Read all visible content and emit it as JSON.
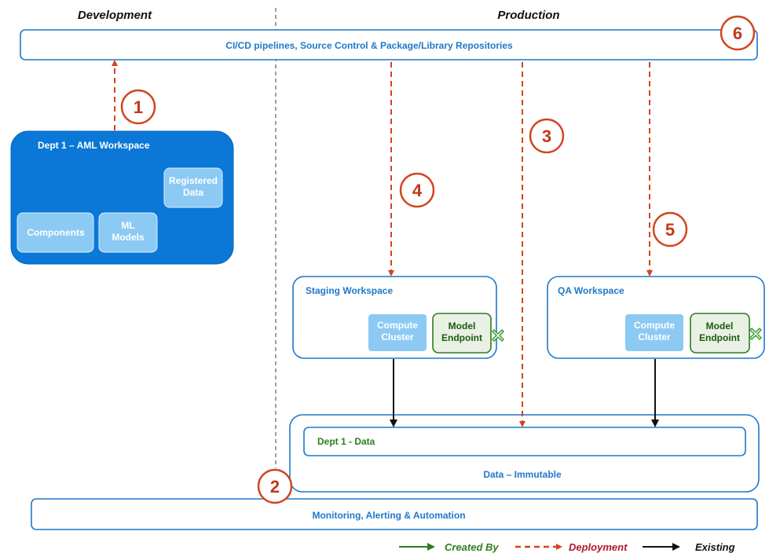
{
  "headers": {
    "development": "Development",
    "production": "Production"
  },
  "cicd": {
    "label": "CI/CD pipelines, Source Control & Package/Library Repositories"
  },
  "dev_workspace": {
    "title": "Dept 1 – AML Workspace",
    "registered_data": [
      "Registered",
      "Data"
    ],
    "components": "Components",
    "ml_models": [
      "ML",
      "Models"
    ]
  },
  "staging_workspace": {
    "title": "Staging Workspace",
    "compute": [
      "Compute",
      "Cluster"
    ],
    "endpoint": [
      "Model",
      "Endpoint"
    ]
  },
  "qa_workspace": {
    "title": "QA Workspace",
    "compute": [
      "Compute",
      "Cluster"
    ],
    "endpoint": [
      "Model",
      "Endpoint"
    ]
  },
  "data_area": {
    "inner_label": "Dept 1 - Data",
    "outer_label": "Data – Immutable"
  },
  "monitoring": {
    "label": "Monitoring, Alerting & Automation"
  },
  "steps": [
    "1",
    "2",
    "3",
    "4",
    "5",
    "6"
  ],
  "legend": {
    "created_by": "Created By",
    "deployment": "Deployment",
    "existing": "Existing"
  },
  "colors": {
    "accent_blue": "#1f78c8",
    "dev_fill": "#0b78d8",
    "light_block": "#8ccaf4",
    "deployment_red": "#d2451e",
    "created_green": "#2e7d1e",
    "existing_black": "#111111"
  }
}
